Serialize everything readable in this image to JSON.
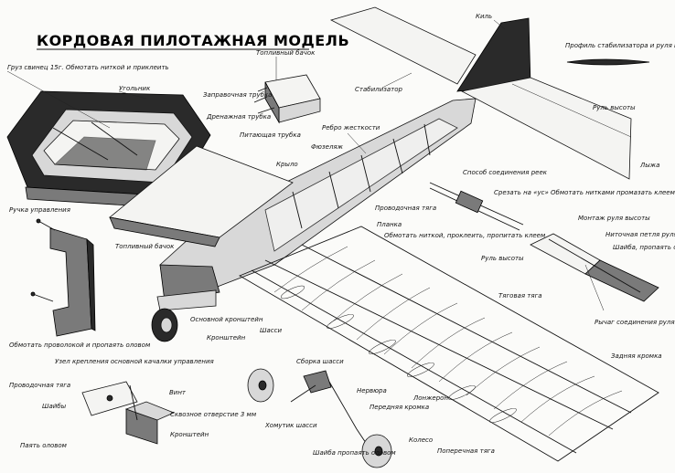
{
  "title": "КОРДОВАЯ ПИЛОТАЖНАЯ МОДЕЛЬ",
  "labels": {
    "cargo": "Груз свинец 15г. Обмотать ниткой и приклеить",
    "fuel_tank_top": "Топливный бачок",
    "fill_tube": "Заправочная трубка",
    "drain_tube": "Дренажная трубка",
    "feed_tube": "Питающая трубка",
    "uholniki": "Угольник",
    "keel": "Киль",
    "stabilizer": "Стабилизатор",
    "stab_profile": "Профиль стабилизатора и руля высоты",
    "elevator": "Руль высоты",
    "rib_stiffener": "Ребро жесткости",
    "fuselage": "Фюзеляж",
    "wing": "Крыло",
    "tail_skid": "Лыжа",
    "control_handle": "Ручка управления",
    "fuel_tank_side": "Топливный бачок",
    "rib_join": "Способ соединения реек",
    "join_detail": "Срезать на «ус» Обмотать нитками промазать клеем",
    "lead_rod": "Проводочная тяга",
    "plate": "Планка",
    "wrap_thread": "Обмотать ниткой, проклеить, пропитать клеем",
    "elevator_mount": "Монтаж руля высоты",
    "elevator_hinge": "Ниточная петля руля высоты",
    "horn_solder": "Шайба, пропаять оловом",
    "elevator2": "Руль высоты",
    "pull_rod": "Тяговая тяга",
    "main_bracket": "Основной кронштейн",
    "wire_wrap": "Обмотать проволокой и пропаять оловом",
    "bracket": "Кронштейн",
    "chassis": "Шасси",
    "elevator_link": "Рычаг соединения руля высоты",
    "tail_edge": "Задняя кромка",
    "main_rocker_node": "Узел крепления основной качалки управления",
    "lead_rod2": "Проводочная тяга",
    "washers": "Шайбы",
    "solder": "Паять оловом",
    "screw": "Винт",
    "tipped_hole": "Сквозное отверстие 3 мм",
    "bracket2": "Кронштейн",
    "chassis_build": "Сборка шасси",
    "chassis_clamp": "Хомутик шасси",
    "spars": "Лонжерон",
    "leading_edge": "Передняя кромка",
    "nervure": "Нервюра",
    "washer_solder": "Шайба пропаять оловом",
    "wheel": "Колесо",
    "cross_rod": "Поперечная тяга"
  }
}
